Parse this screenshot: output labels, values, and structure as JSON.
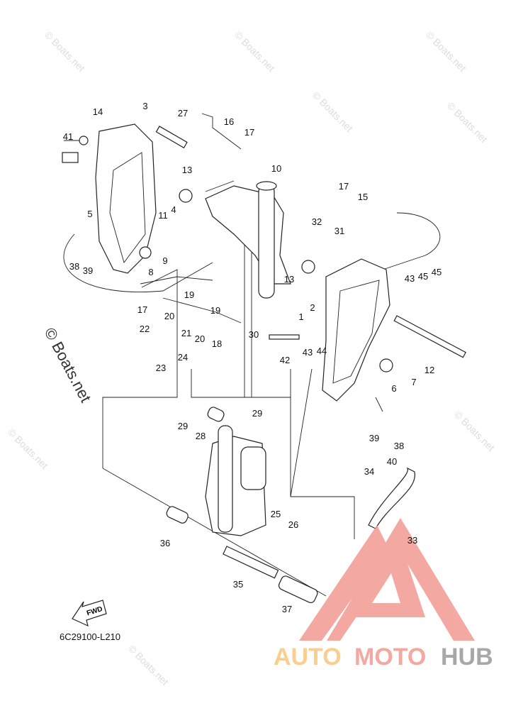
{
  "diagram_code": "6C29100-L210",
  "fwd_label": "FWD",
  "watermark": "© Boats.net",
  "brand": {
    "part1": "AUTO",
    "part2": "MOTO",
    "part3": "HUB",
    "colors": {
      "auto": "#f8c77c",
      "moto": "#f29a92",
      "hub": "#9a9a9a",
      "triangle": "#f29a92"
    }
  },
  "callouts": [
    "14",
    "3",
    "27",
    "16",
    "17",
    "41",
    "13",
    "10",
    "5",
    "4",
    "11",
    "17",
    "15",
    "32",
    "31",
    "38",
    "39",
    "8",
    "9",
    "13",
    "43",
    "45",
    "45",
    "19",
    "19",
    "17",
    "20",
    "2",
    "1",
    "22",
    "21",
    "20",
    "18",
    "30",
    "43",
    "44",
    "42",
    "24",
    "23",
    "12",
    "6",
    "7",
    "29",
    "29",
    "28",
    "39",
    "38",
    "40",
    "34",
    "25",
    "26",
    "36",
    "33",
    "35",
    "37"
  ]
}
